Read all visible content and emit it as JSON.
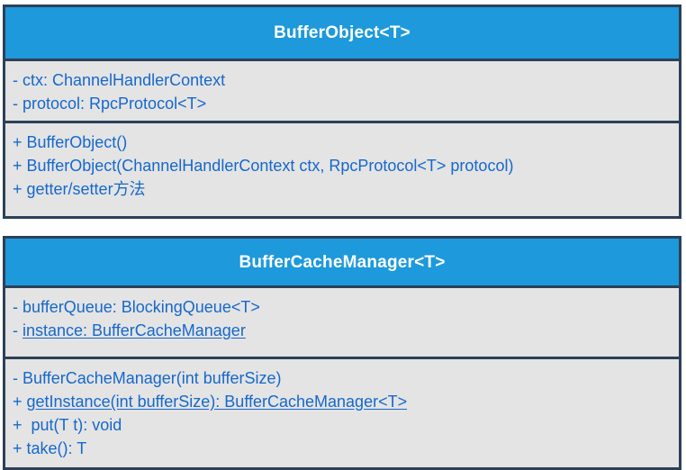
{
  "diagram": {
    "kind": "uml-class-diagram",
    "colors": {
      "border": "#2c4058",
      "header_background": "#1d99dc",
      "header_text": "#ffffff",
      "compartment_background": "#e4e4e4",
      "member_text": "#1668cc",
      "canvas_background": "#ffffff"
    },
    "classes": [
      {
        "name": "BufferObject<T>",
        "attributes": [
          {
            "visibility": "-",
            "text": "ctx: ChannelHandlerContext",
            "static": false
          },
          {
            "visibility": "-",
            "text": "protocol: RpcProtocol<T>",
            "static": false
          }
        ],
        "methods": [
          {
            "visibility": "+",
            "text": "BufferObject()",
            "static": false
          },
          {
            "visibility": "+",
            "text": "BufferObject(ChannelHandlerContext ctx, RpcProtocol<T> protocol)",
            "static": false
          },
          {
            "visibility": "+",
            "text": "getter/setter方法",
            "static": false
          }
        ]
      },
      {
        "name": "BufferCacheManager<T>",
        "attributes": [
          {
            "visibility": "-",
            "text": "bufferQueue: BlockingQueue<T>",
            "static": false
          },
          {
            "visibility": "-",
            "text": "instance: BufferCacheManager",
            "static": true
          }
        ],
        "methods": [
          {
            "visibility": "-",
            "text": "BufferCacheManager(int bufferSize)",
            "static": false
          },
          {
            "visibility": "+",
            "text": "getInstance(int bufferSize): BufferCacheManager<T>",
            "static": true
          },
          {
            "visibility": "+",
            "text": " put(T t): void",
            "static": false
          },
          {
            "visibility": "+",
            "text": "take(): T",
            "static": false
          }
        ]
      }
    ]
  }
}
